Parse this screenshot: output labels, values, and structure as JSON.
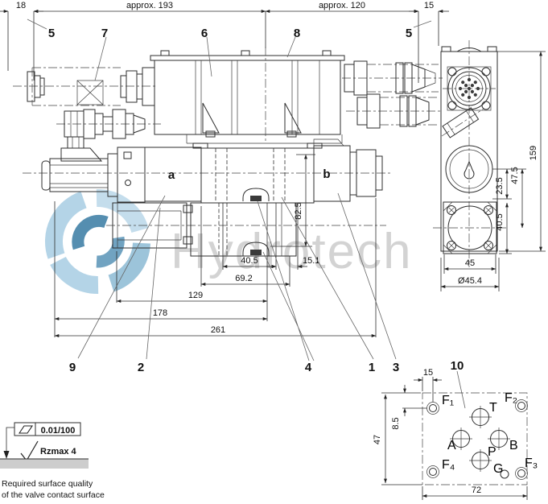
{
  "drawing": {
    "watermark": {
      "text": "Hydrotech",
      "logo_light": "#aacfe4",
      "logo_mid": "#7db3d0",
      "logo_dark": "#3e7fa6"
    },
    "callouts": {
      "top": [
        "5",
        "7",
        "6",
        "8",
        "5"
      ],
      "bottom": [
        "9",
        "2",
        "4",
        "1",
        "3",
        "10"
      ]
    },
    "top_dims": {
      "left_offset": "18",
      "length_pilot": "approx. 193",
      "length_right": "approx. 120",
      "right_offset": "15"
    },
    "front": {
      "solenoid_a": "a",
      "solenoid_b": "b",
      "height_825": "82.5",
      "bottom_dims": {
        "d1": "40.5",
        "d2": "15.1",
        "d3": "69.2",
        "d4": "129",
        "d5": "178",
        "d6": "261"
      }
    },
    "side": {
      "d_159": "159",
      "d_475": "47.5",
      "d_235": "23.5",
      "d_405": "40.5",
      "d_45": "45",
      "d_dia": "Ø45.4"
    },
    "ports": {
      "dims": {
        "d_15": "15",
        "d_85": "8.5",
        "d_47": "47",
        "d_72": "72"
      },
      "items": [
        {
          "label": "F₁"
        },
        {
          "label": "T"
        },
        {
          "label": "F₂"
        },
        {
          "label": "A"
        },
        {
          "label": "B"
        },
        {
          "label": "P"
        },
        {
          "label": "G"
        },
        {
          "label": "F₃"
        },
        {
          "label": "F₄"
        }
      ]
    },
    "surface": {
      "flatness": "0.01/100",
      "roughness": "Rzmax 4",
      "caption1": "Required surface quality",
      "caption2": "of the valve contact surface"
    }
  }
}
